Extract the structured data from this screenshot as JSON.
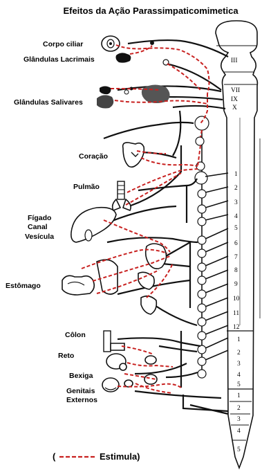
{
  "title": "Efeitos da Ação Parassimpaticomimetica",
  "organs": {
    "corpo_ciliar": "Corpo ciliar",
    "glandulas_lacrimais": "Glândulas Lacrimais",
    "glandulas_salivares": "Glândulas Salivares",
    "coracao": "Coração",
    "pulmao": "Pulmão",
    "figado": "Fígado",
    "canal": "Canal",
    "vesicula": "Vesícula",
    "estomago": "Estômago",
    "colon": "Côlon",
    "reto": "Reto",
    "bexiga": "Bexiga",
    "genitais": "Genitais",
    "externos": "Externos"
  },
  "cranial_nerves": [
    "III",
    "VII",
    "IX",
    "X"
  ],
  "thoracic_segments": [
    "1",
    "2",
    "3",
    "4",
    "5",
    "6",
    "7",
    "8",
    "9",
    "10",
    "11",
    "12"
  ],
  "lumbar_segments": [
    "1",
    "2",
    "3",
    "4",
    "5"
  ],
  "sacral_segments": [
    "1",
    "2",
    "3",
    "4",
    "5"
  ],
  "legend": {
    "open_paren": "(",
    "label": "Estimula)",
    "line_color": "#c8201f"
  }
}
